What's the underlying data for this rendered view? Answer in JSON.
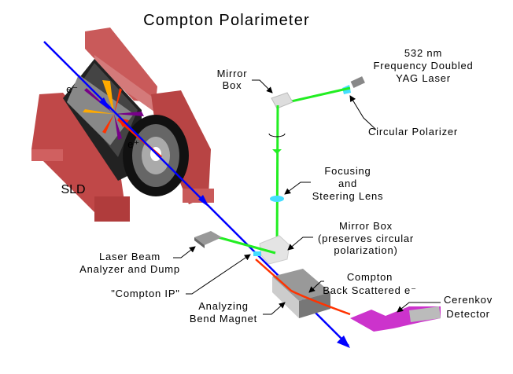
{
  "title": "Compton Polarimeter",
  "labels": {
    "sld": "SLD",
    "electron": "e⁻",
    "positron": "e⁺",
    "laser": [
      "532 nm",
      "Frequency Doubled",
      "YAG Laser"
    ],
    "mirror_box_top": [
      "Mirror",
      "Box"
    ],
    "circular_polarizer": "Circular Polarizer",
    "focusing_lens": [
      "Focusing",
      "and",
      "Steering Lens"
    ],
    "mirror_box_bottom": [
      "Mirror Box",
      "(preserves circular",
      "polarization)"
    ],
    "laser_dump": [
      "Laser Beam",
      "Analyzer and Dump"
    ],
    "compton_ip": "\"Compton IP\"",
    "bend_magnet": [
      "Analyzing",
      "Bend Magnet"
    ],
    "backscattered": [
      "Compton",
      "Back Scattered e⁻"
    ],
    "cerenkov": [
      "Cerenkov",
      "Detector"
    ]
  },
  "colors": {
    "electron_beam": "#0000ff",
    "laser_beam": "#22ee22",
    "positron_beam": "#ff2200",
    "magnet_yoke": "#c04848",
    "cerenkov_detector": "#cc33cc",
    "optics": "#44ddff"
  }
}
